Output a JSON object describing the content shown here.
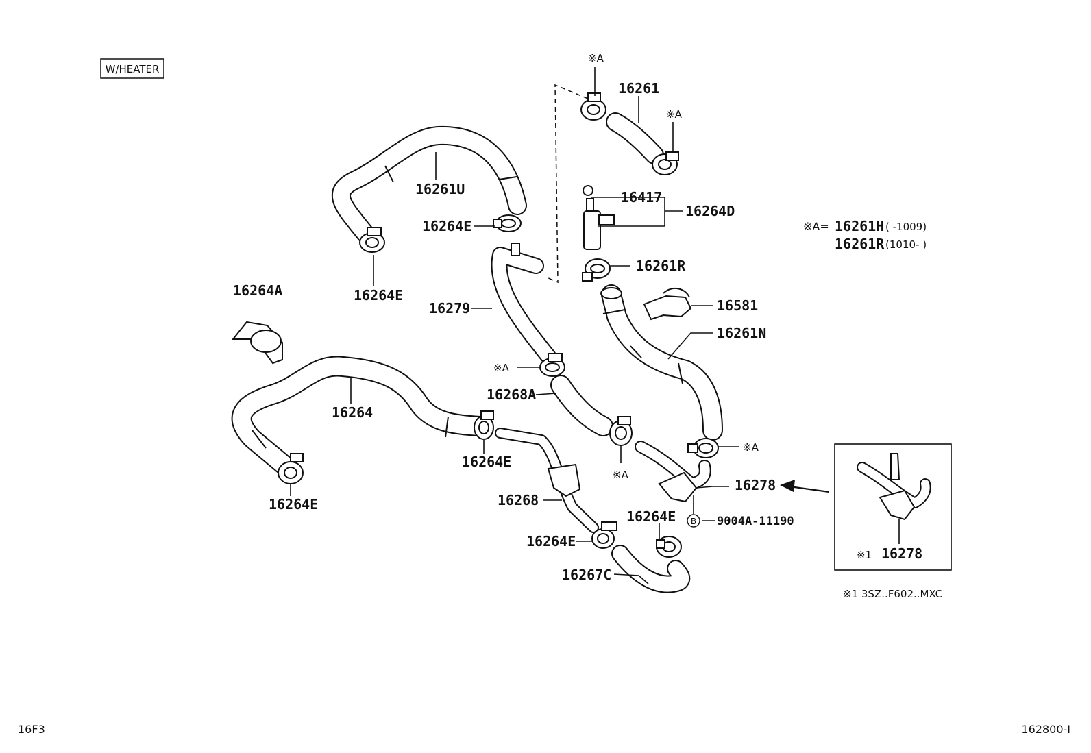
{
  "labels": {
    "variant_box": "W/HEATER",
    "p16261_top": "16261",
    "markA_1": "※A",
    "markA_2": "※A",
    "p16261U": "16261U",
    "p16417": "16417",
    "p16264D": "16264D",
    "p16264E_1": "16264E",
    "p16264E_2": "16264E",
    "p16261R": "16261R",
    "p16264A": "16264A",
    "p16279": "16279",
    "p16581": "16581",
    "p16261N": "16261N",
    "markA_3": "※A",
    "p16268A": "16268A",
    "p16264": "16264",
    "p16264E_3": "16264E",
    "markA_4": "※A",
    "markA_5": "※A",
    "p16278": "16278",
    "p16268": "16268",
    "p16264E_4": "16264E",
    "p16264E_5": "16264E",
    "p16264E_6": "16264E",
    "bolt_mark": "B",
    "bolt_part": "9004A-11190",
    "p16267C": "16267C",
    "legend_prefix": "※A=",
    "legend_part1": "16261H",
    "legend_range1": "(    -1009)",
    "legend_part2": "16261R",
    "legend_range2": "(1010-    )",
    "inset_mark": "※1",
    "inset_part": "16278",
    "footnote": "※1 3SZ..F602..MXC",
    "page_code": "16F3",
    "ref_code": "162800-I"
  }
}
